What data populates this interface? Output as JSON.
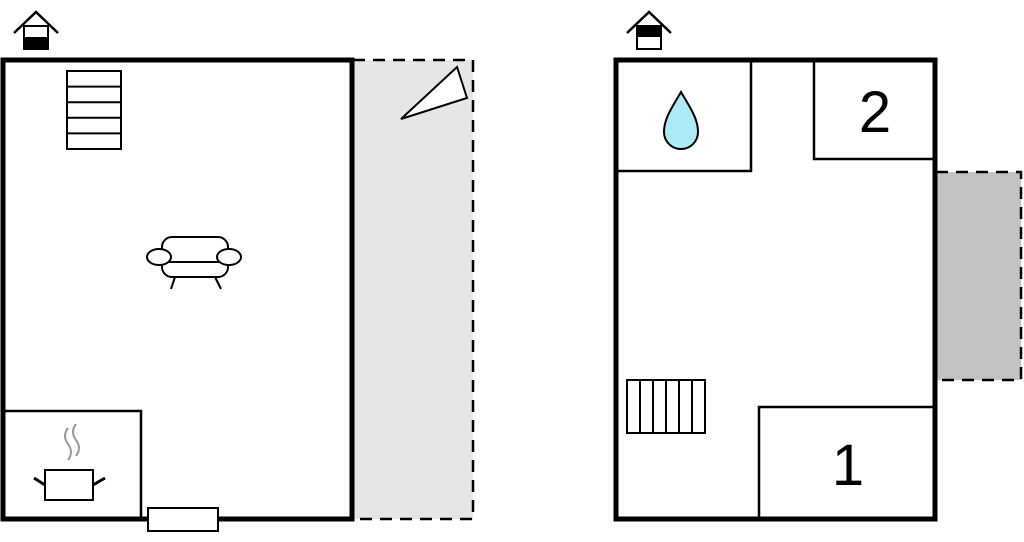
{
  "floors": [
    {
      "level": "ground",
      "icons": [
        "house-ground-floor-icon",
        "stairs-icon",
        "armchair-icon",
        "cooking-pot-icon",
        "sunbed-icon",
        "window-icon"
      ],
      "terrace": {
        "style": "dashed",
        "color": "#e6e6e6"
      }
    },
    {
      "level": "upper",
      "icons": [
        "house-upper-floor-icon",
        "water-drop-icon",
        "stairs-icon"
      ],
      "rooms": [
        {
          "label": "2"
        },
        {
          "label": "1"
        }
      ],
      "balcony": {
        "color": "#c3c3c3"
      }
    }
  ],
  "colors": {
    "walls": "#000000",
    "terrace": "#e6e6e6",
    "balcony": "#c3c3c3",
    "water": "#aeeaf5",
    "steam": "#9a9a9a"
  }
}
